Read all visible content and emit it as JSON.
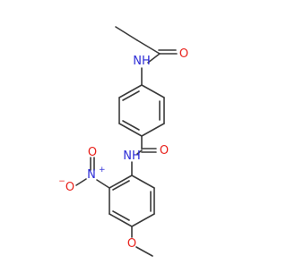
{
  "molecule": {
    "atom_labels": {
      "amide_nh_top": "NH",
      "amide_o_top": "O",
      "amide_o_mid": "O",
      "amide_nh_mid": "NH",
      "nitro_n": "N",
      "nitro_o_neg": "O",
      "nitro_o": "O",
      "methoxy_o": "O"
    },
    "charges": {
      "nitro_n": "+",
      "nitro_o_neg": "−"
    },
    "colors": {
      "bond": "#3a3a3a",
      "nitrogen": "#2b2bd6",
      "oxygen": "#e8201a"
    }
  }
}
